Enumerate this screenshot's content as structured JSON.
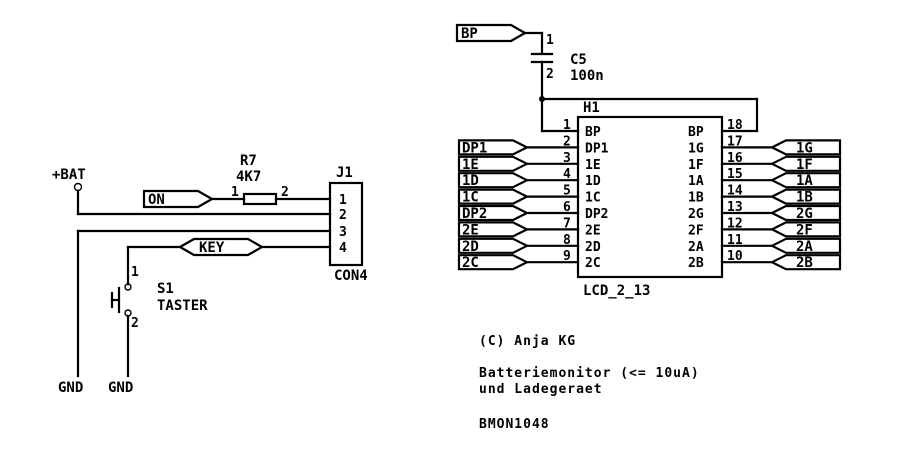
{
  "left": {
    "bat_label": "+BAT",
    "gnd1": "GND",
    "gnd2": "GND",
    "on_label": "ON",
    "key_label": "KEY",
    "r7_name": "R7",
    "r7_value": "4K7",
    "r7_pin1": "1",
    "r7_pin2": "2",
    "j1_name": "J1",
    "j1_type": "CON4",
    "j1_pins": [
      "1",
      "2",
      "3",
      "4"
    ],
    "s1_name": "S1",
    "s1_type": "TASTER",
    "s1_pin1": "1",
    "s1_pin2": "2"
  },
  "right": {
    "bp_label": "BP",
    "c5_name": "C5",
    "c5_value": "100n",
    "c5_pin1": "1",
    "c5_pin2": "2",
    "h1_name": "H1",
    "h1_type": "LCD_2_13",
    "left_pins": [
      {
        "net": "",
        "num": "1",
        "name": "BP"
      },
      {
        "net": "DP1",
        "num": "2",
        "name": "DP1"
      },
      {
        "net": "1E",
        "num": "3",
        "name": "1E"
      },
      {
        "net": "1D",
        "num": "4",
        "name": "1D"
      },
      {
        "net": "1C",
        "num": "5",
        "name": "1C"
      },
      {
        "net": "DP2",
        "num": "6",
        "name": "DP2"
      },
      {
        "net": "2E",
        "num": "7",
        "name": "2E"
      },
      {
        "net": "2D",
        "num": "8",
        "name": "2D"
      },
      {
        "net": "2C",
        "num": "9",
        "name": "2C"
      }
    ],
    "right_pins": [
      {
        "net": "",
        "num": "18",
        "name": "BP"
      },
      {
        "net": "1G",
        "num": "17",
        "name": "1G"
      },
      {
        "net": "1F",
        "num": "16",
        "name": "1F"
      },
      {
        "net": "1A",
        "num": "15",
        "name": "1A"
      },
      {
        "net": "1B",
        "num": "14",
        "name": "1B"
      },
      {
        "net": "2G",
        "num": "13",
        "name": "2G"
      },
      {
        "net": "2F",
        "num": "12",
        "name": "2F"
      },
      {
        "net": "2A",
        "num": "11",
        "name": "2A"
      },
      {
        "net": "2B",
        "num": "10",
        "name": "2B"
      }
    ]
  },
  "notes": {
    "copyright": "(C) Anja KG",
    "desc_line1": "Batteriemonitor (<= 10uA)",
    "desc_line2": "und Ladegeraet",
    "code": "BMON1048"
  }
}
